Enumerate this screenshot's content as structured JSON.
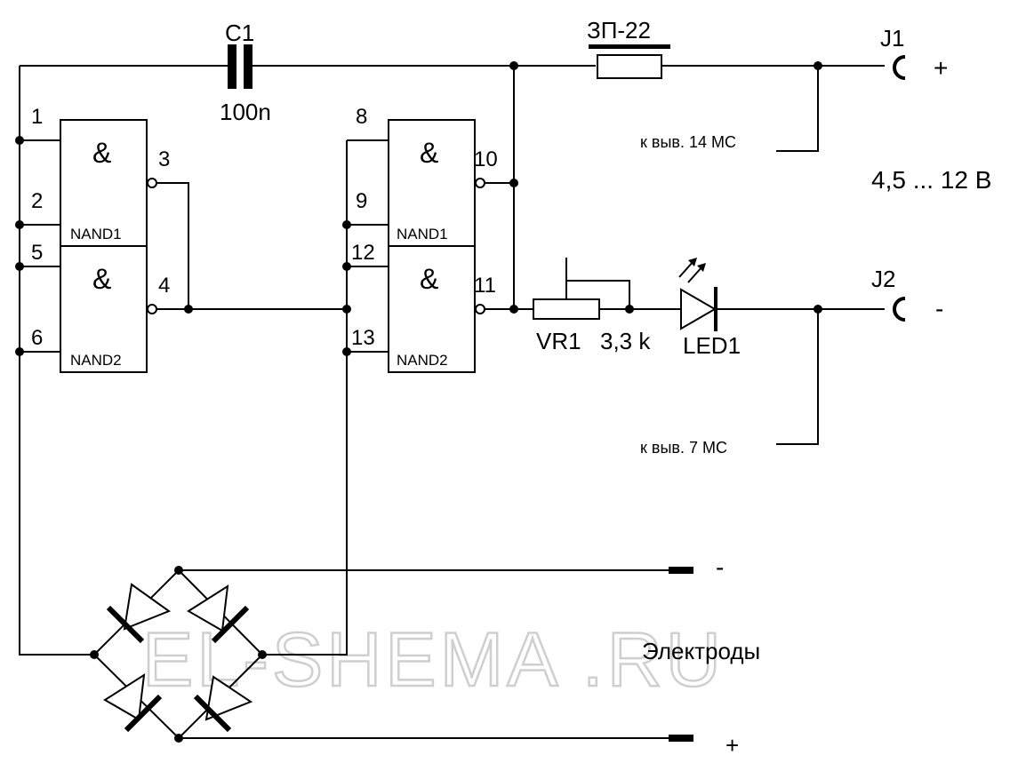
{
  "watermark": "EL-SHEMA .RU",
  "capacitor": {
    "ref": "C1",
    "value": "100n"
  },
  "piezo": {
    "ref": "ЗП-22"
  },
  "connectors": {
    "j1": {
      "ref": "J1",
      "sign": "+"
    },
    "j2": {
      "ref": "J2",
      "sign": "-"
    }
  },
  "supply_voltage": "4,5 ... 12 В",
  "notes": {
    "pin14": "к выв. 14 МС",
    "pin7": "к выв. 7 МС"
  },
  "gates": {
    "left_top": {
      "symbol": "&",
      "name": "NAND1",
      "in1": "1",
      "in2": "2",
      "out": "3"
    },
    "left_bottom": {
      "symbol": "&",
      "name": "NAND2",
      "in1": "5",
      "in2": "6",
      "out": "4"
    },
    "right_top": {
      "symbol": "&",
      "name": "NAND1",
      "in1": "8",
      "in2": "9",
      "out": "10"
    },
    "right_bottom": {
      "symbol": "&",
      "name": "NAND2",
      "in1": "12",
      "in2": "13",
      "out": "11"
    }
  },
  "potentiometer": {
    "ref": "VR1",
    "value": "3,3 k"
  },
  "led": {
    "ref": "LED1"
  },
  "electrodes": {
    "label": "Электроды",
    "minus": "-",
    "plus": "+"
  }
}
